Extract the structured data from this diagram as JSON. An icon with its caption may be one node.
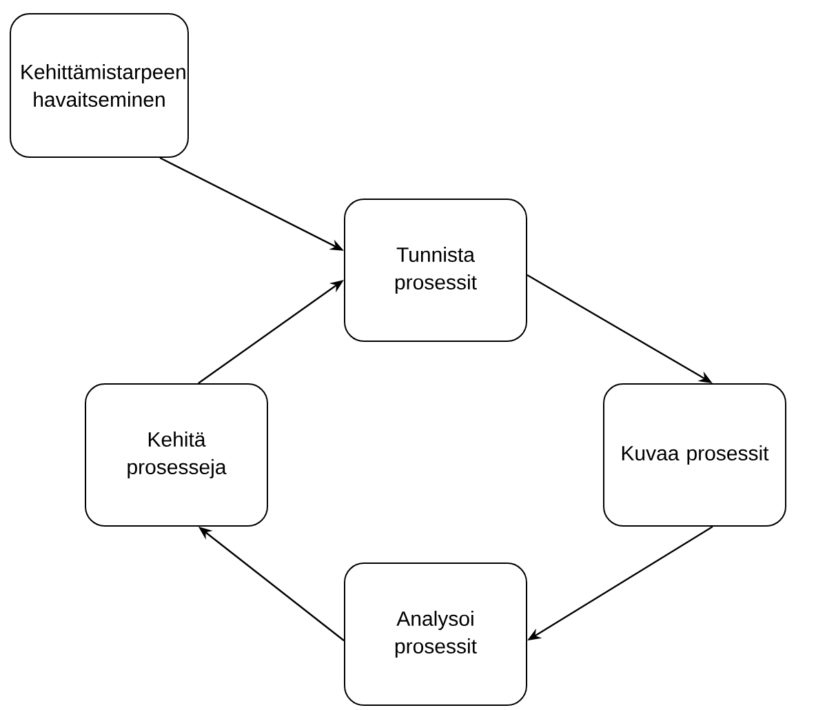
{
  "diagram": {
    "nodes": [
      {
        "text": [
          "Kehittämistarpeen havaitseminen"
        ]
      },
      {
        "text": [
          "Tunnista prosessit"
        ]
      },
      {
        "text": [
          "Kuvaa prosessit"
        ]
      },
      {
        "text": [
          "Analysoi prosessit"
        ]
      },
      {
        "text": [
          "Kehitä prosesseja"
        ]
      }
    ],
    "edges": [
      {
        "from": 0,
        "to": 1,
        "arrow": "to"
      },
      {
        "from": 1,
        "to": 2,
        "arrow": "to"
      },
      {
        "from": 2,
        "to": 3,
        "arrow": "to"
      },
      {
        "from": 3,
        "to": 4,
        "arrow": "to"
      },
      {
        "from": 4,
        "to": 1,
        "arrow": "to"
      }
    ]
  }
}
